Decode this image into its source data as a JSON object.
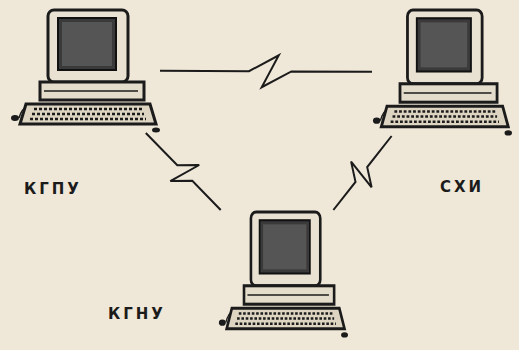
{
  "diagram": {
    "nodes": [
      {
        "text": [
          "КГПУ"
        ]
      },
      {
        "text": [
          "СХИ"
        ]
      },
      {
        "text": [
          "КГНУ"
        ]
      }
    ],
    "edges": [
      {
        "from": 0,
        "to": 1,
        "arrow": "none"
      },
      {
        "from": 0,
        "to": 2,
        "arrow": "none"
      },
      {
        "from": 1,
        "to": 2,
        "arrow": "none"
      }
    ]
  }
}
